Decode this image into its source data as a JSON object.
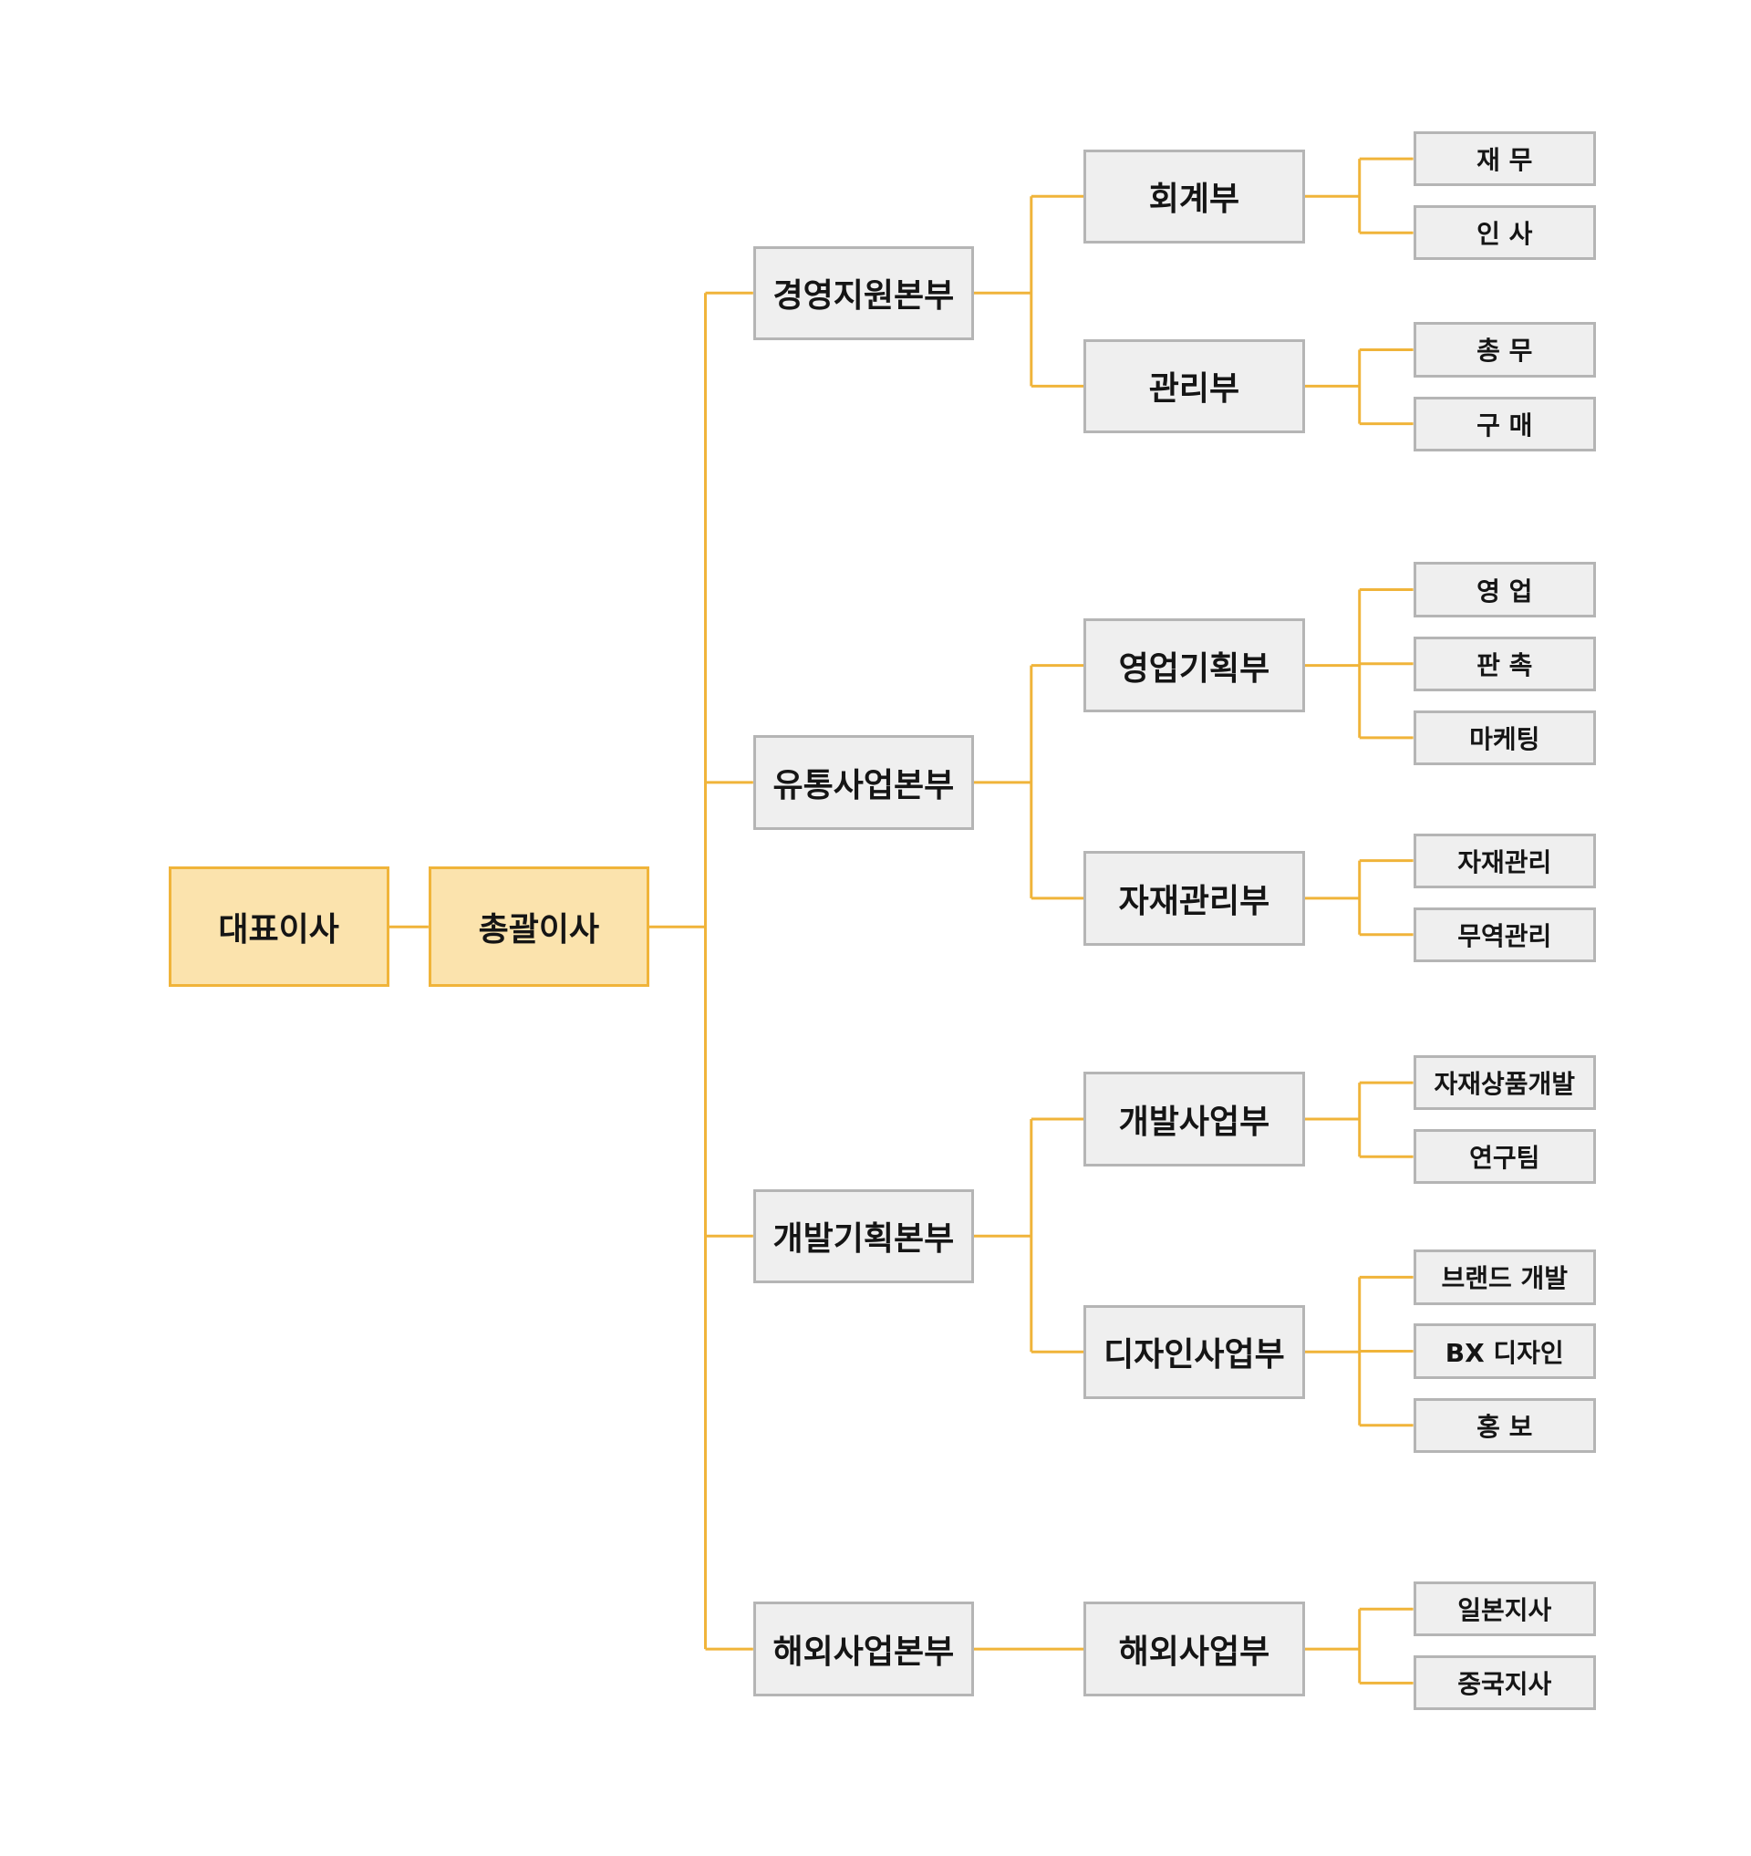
{
  "colors": {
    "connector": "#f0b43a",
    "exec_fill": "#fbe3ad",
    "exec_border": "#f0b43a",
    "unit_fill": "#efefef",
    "unit_border": "#b5b5b5",
    "text": "#151515"
  },
  "org": {
    "ceo": "대표이사",
    "gm": "총괄이사",
    "divisions": [
      {
        "name": "경영지원본부",
        "departments": [
          {
            "name": "회계부",
            "teams": [
              "재 무",
              "인 사"
            ]
          },
          {
            "name": "관리부",
            "teams": [
              "총 무",
              "구 매"
            ]
          }
        ]
      },
      {
        "name": "유통사업본부",
        "departments": [
          {
            "name": "영업기획부",
            "teams": [
              "영 업",
              "판 촉",
              "마케팅"
            ]
          },
          {
            "name": "자재관리부",
            "teams": [
              "자재관리",
              "무역관리"
            ]
          }
        ]
      },
      {
        "name": "개발기획본부",
        "departments": [
          {
            "name": "개발사업부",
            "teams": [
              "자재상품개발",
              "연구팀"
            ]
          },
          {
            "name": "디자인사업부",
            "teams": [
              "브랜드 개발",
              "BX 디자인",
              "홍 보"
            ]
          }
        ]
      },
      {
        "name": "해외사업본부",
        "departments": [
          {
            "name": "해외사업부",
            "teams": [
              "일본지사",
              "중국지사"
            ]
          }
        ]
      }
    ]
  }
}
